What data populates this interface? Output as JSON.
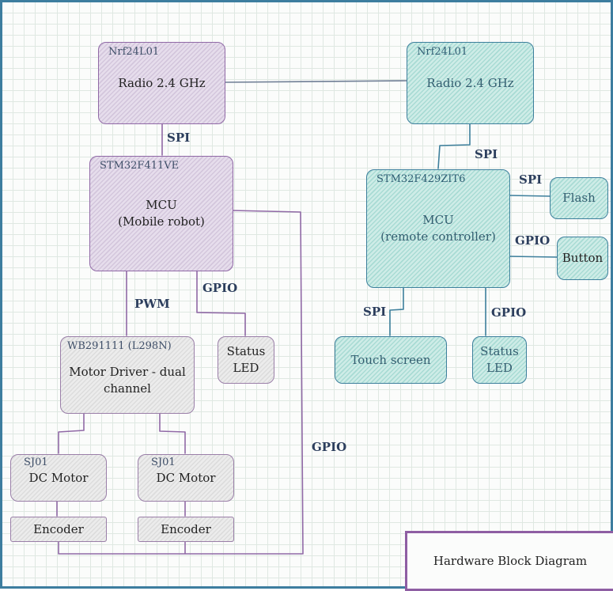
{
  "nodes": {
    "radio_left": {
      "tag": "Nrf24L01",
      "label": "Radio 2.4 GHz"
    },
    "radio_right": {
      "tag": "Nrf24L01",
      "label": "Radio 2.4 GHz"
    },
    "mcu_robot": {
      "tag": "STM32F411VE",
      "line1": "MCU",
      "line2": "(Mobile robot)"
    },
    "mcu_remote": {
      "tag": "STM32F429ZIT6",
      "line1": "MCU",
      "line2": "(remote controller)"
    },
    "motor_driver": {
      "tag": "WB291111 (L298N)",
      "line1": "Motor Driver - dual",
      "line2": "channel"
    },
    "status_led_left": {
      "line1": "Status",
      "line2": "LED"
    },
    "status_led_right": {
      "line1": "Status",
      "line2": "LED"
    },
    "flash": {
      "label": "Flash"
    },
    "button": {
      "label": "Button"
    },
    "touch_screen": {
      "label": "Touch screen"
    },
    "dc_motor_left": {
      "tag": "SJ01",
      "label": "DC Motor"
    },
    "dc_motor_right": {
      "tag": "SJ01",
      "label": "DC Motor"
    },
    "encoder_left": {
      "label": "Encoder"
    },
    "encoder_right": {
      "label": "Encoder"
    }
  },
  "edge_labels": {
    "spi_robot_radio": "SPI",
    "spi_remote_radio": "SPI",
    "spi_flash": "SPI",
    "gpio_button": "GPIO",
    "pwm_driver": "PWM",
    "gpio_led_left": "GPIO",
    "spi_touch": "SPI",
    "gpio_led_right": "GPIO",
    "gpio_encoders": "GPIO"
  },
  "legend": {
    "title": "Hardware Block Diagram"
  },
  "colors": {
    "purple": "#9069a6",
    "teal": "#3d7f9c",
    "frame": "#3d7d9f"
  }
}
